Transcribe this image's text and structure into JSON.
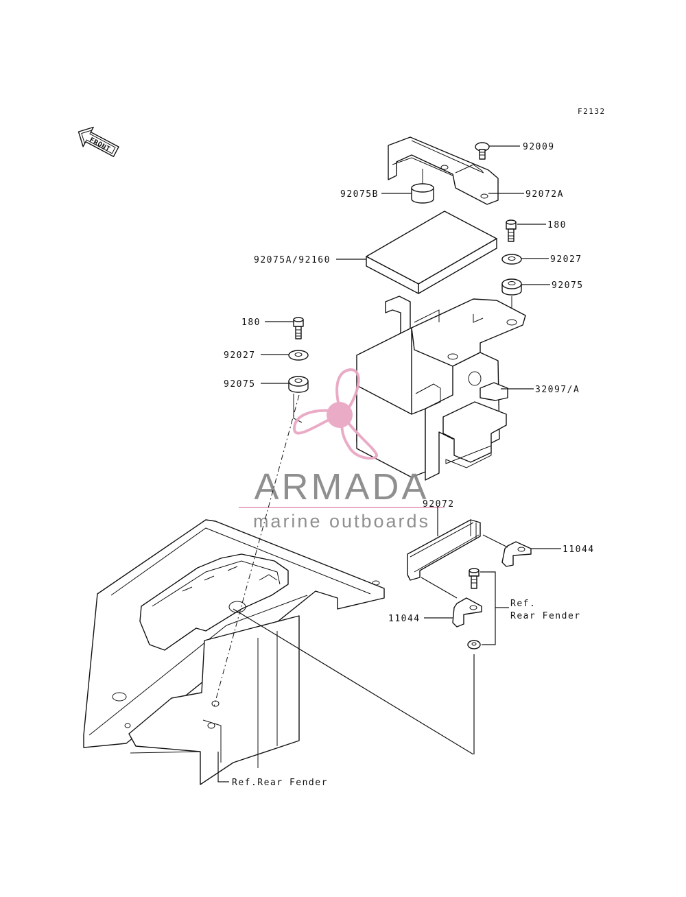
{
  "figure_code": "F2132",
  "front_label": "FRONT",
  "labels": {
    "p92009": "92009",
    "p92075B": "92075B",
    "p92072A": "92072A",
    "p180_right": "180",
    "p92075A_92160": "92075A/92160",
    "p92027_right": "92027",
    "p92075_right": "92075",
    "p180_left": "180",
    "p92027_left": "92027",
    "p92075_left": "92075",
    "p32097A": "32097/A",
    "p92072": "92072",
    "p11044_right": "11044",
    "p11044_left": "11044",
    "ref_line1": "Ref.",
    "ref_line2": "Rear Fender",
    "ref_bottom": "Ref.Rear Fender"
  },
  "watermark": {
    "brand": "ARMADA",
    "tagline": "marine outboards",
    "color_pink": "#e9a7c4",
    "color_gray": "#8a8a8a"
  }
}
